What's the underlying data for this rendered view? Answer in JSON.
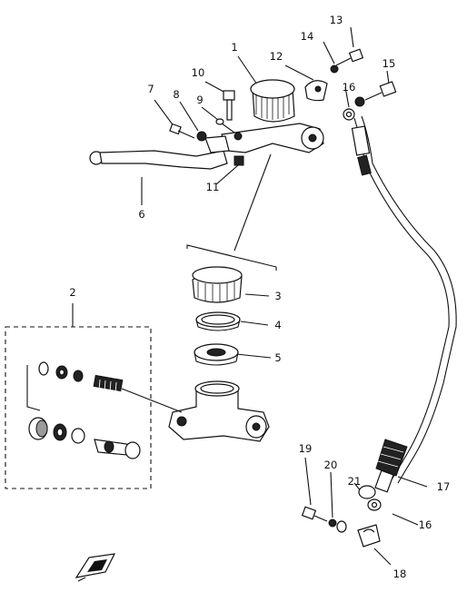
{
  "diagram": {
    "callouts": {
      "c1": "1",
      "c2": "2",
      "c3": "3",
      "c4": "4",
      "c5": "5",
      "c6": "6",
      "c7": "7",
      "c8": "8",
      "c9": "9",
      "c10": "10",
      "c11": "11",
      "c12": "12",
      "c13": "13",
      "c14": "14",
      "c15": "15",
      "c16a": "16",
      "c16b": "16",
      "c17": "17",
      "c18": "18",
      "c19": "19",
      "c20": "20",
      "c21": "21"
    },
    "front_marker_icon": "front-arrow-icon"
  }
}
